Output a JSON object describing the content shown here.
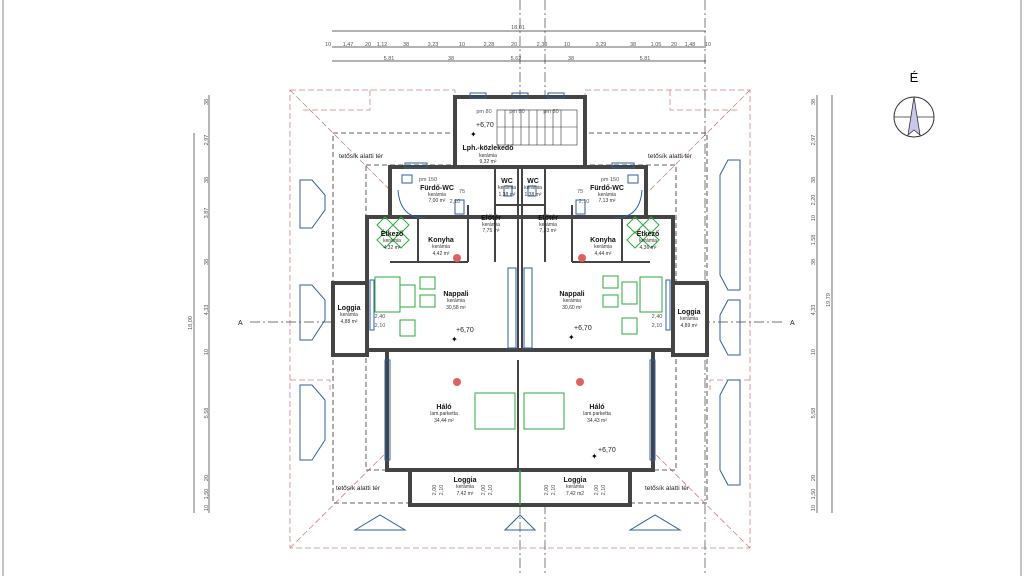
{
  "north": {
    "label": "É"
  },
  "section_marks": [
    "A",
    "A"
  ],
  "top_dims": {
    "overall": "18,01",
    "segments": [
      "10",
      "1,47",
      "20",
      "1,12",
      "38",
      "3,23",
      "10",
      "2,28",
      "20",
      "2,30",
      "10",
      "3,29",
      "38",
      "1,05",
      "20",
      "1,48",
      "10"
    ],
    "groups": [
      "5,81",
      "38",
      "5,62",
      "38",
      "5,81"
    ]
  },
  "left_dims": {
    "overall": "18,00",
    "segments": [
      "38",
      "2,97",
      "38",
      "3,87",
      "38",
      "4,33",
      "10",
      "5,58",
      "20",
      "1,50",
      "10"
    ]
  },
  "right_dims": {
    "overall": "19,79",
    "segments": [
      "38",
      "2,97",
      "38",
      "2,20",
      "10",
      "1,58",
      "38",
      "4,33",
      "10",
      "5,58",
      "20",
      "1,50",
      "10"
    ]
  },
  "roof_space_label": "tetősík alatti tér",
  "level": "+6,70",
  "doors": {
    "pm80": "pm 80",
    "pm150": "pm 150"
  },
  "small_dims": {
    "h210": "2,10",
    "h240": "2,40",
    "h200": "2,00",
    "w75": "75",
    "w90": "90",
    "w80": "80"
  },
  "rooms": [
    {
      "name": "Lph.-közlekedő",
      "material": "kerámia",
      "area": "9,32 m²"
    },
    {
      "name": "Fürdő-WC",
      "material": "kerámia",
      "area": "7,00 m²"
    },
    {
      "name": "WC",
      "material": "kerámia",
      "area": "1,38 m²"
    },
    {
      "name": "WC",
      "material": "kerámia",
      "area": "1,38 m²"
    },
    {
      "name": "Fürdő-WC",
      "material": "kerámia",
      "area": "7,13 m²"
    },
    {
      "name": "Előtér",
      "material": "kerámia",
      "area": "7,75 m²"
    },
    {
      "name": "Előtér",
      "material": "kerámia",
      "area": "7,83 m²"
    },
    {
      "name": "Étkező",
      "material": "kerámia",
      "area": "4,32 m²"
    },
    {
      "name": "Konyha",
      "material": "kerámia",
      "area": "4,42 m²"
    },
    {
      "name": "Konyha",
      "material": "kerámia",
      "area": "4,44 m²"
    },
    {
      "name": "Étkező",
      "material": "kerámia",
      "area": "4,36 m²"
    },
    {
      "name": "Nappali",
      "material": "kerámia",
      "area": "30,58 m²"
    },
    {
      "name": "Nappali",
      "material": "kerámia",
      "area": "30,60 m²"
    },
    {
      "name": "Loggia",
      "material": "kerámia",
      "area": "4,88 m²"
    },
    {
      "name": "Loggia",
      "material": "kerámia",
      "area": "4,89 m²"
    },
    {
      "name": "Háló",
      "material": "lam.parketta",
      "area": "34,44 m²"
    },
    {
      "name": "Háló",
      "material": "lam.parketta",
      "area": "34,43 m²"
    },
    {
      "name": "Loggia",
      "material": "kerámia",
      "area": "7,42 m²"
    },
    {
      "name": "Loggia",
      "material": "kerámia",
      "area": "7,42 m2"
    }
  ]
}
